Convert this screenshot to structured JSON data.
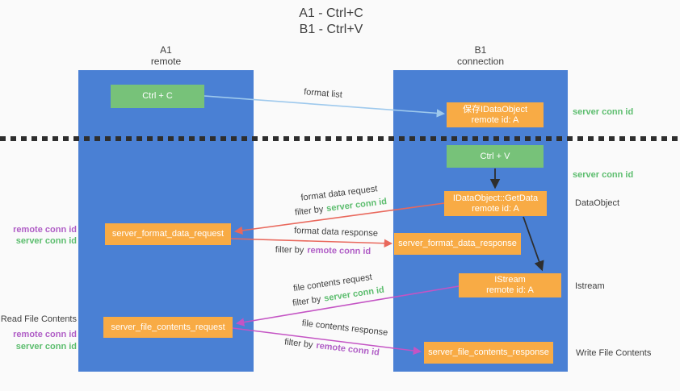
{
  "title": {
    "line1": "A1 - Ctrl+C",
    "line2": "B1 - Ctrl+V"
  },
  "columns": {
    "a": {
      "name": "A1",
      "subtitle": "remote"
    },
    "b": {
      "name": "B1",
      "subtitle": "connection"
    }
  },
  "nodes": {
    "ctrl_c": {
      "label": "Ctrl + C"
    },
    "save_dataobject": {
      "line1": "保存IDataObject",
      "line2": "remote id: A"
    },
    "ctrl_v": {
      "label": "Ctrl + V"
    },
    "getdata": {
      "line1": "IDataObject::GetData",
      "line2": "remote id: A"
    },
    "istream": {
      "line1": "IStream",
      "line2": "remote id: A"
    },
    "format_request": {
      "label": "server_format_data_request"
    },
    "format_response": {
      "label": "server_format_data_response"
    },
    "file_request": {
      "label": "server_file_contents_request"
    },
    "file_response": {
      "label": "server_file_contents_response"
    }
  },
  "arrows": {
    "format_list": {
      "label": "format list"
    },
    "format_data_request": {
      "label": "format data request",
      "filter_prefix": "filter by",
      "filter_value": "server conn id"
    },
    "format_data_response": {
      "label": "format data response",
      "filter_prefix": "filter by",
      "filter_value": "remote conn id"
    },
    "file_contents_request": {
      "label": "file contents request",
      "filter_prefix": "filter by",
      "filter_value": "server conn id"
    },
    "file_contents_response": {
      "label": "file contents response",
      "filter_prefix": "filter by",
      "filter_value": "remote conn id"
    }
  },
  "annotations": {
    "server_conn_top": "server conn id",
    "server_conn_mid": "server conn id",
    "dataobject": "DataObject",
    "istream": "Istream",
    "write_file": "Write File Contents",
    "remote_conn_a": "remote conn id",
    "server_conn_a": "server conn id",
    "read_file": "Read File Contents",
    "remote_conn_b": "remote conn id",
    "server_conn_b": "server conn id"
  },
  "colors": {
    "column_blue": "#4a80d4",
    "box_green": "#77c279",
    "box_orange": "#f8ab45",
    "arrow_blue": "#9ec9ed",
    "arrow_red": "#e9685c",
    "arrow_magenta": "#c454c4",
    "arrow_black": "#2e2e2e",
    "text_green": "#5cbd6e",
    "text_purple": "#b05ec6",
    "text_dark": "#3f3f3f"
  }
}
